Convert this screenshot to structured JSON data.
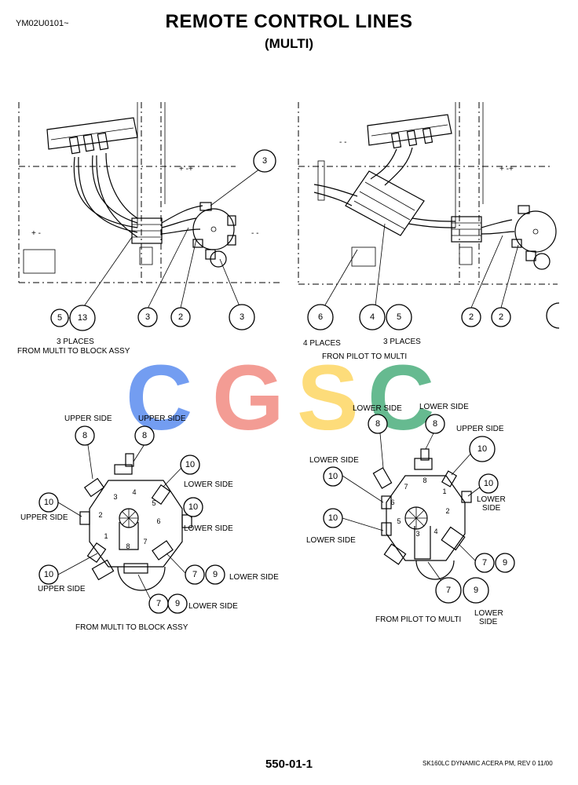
{
  "header": {
    "page_code": "YM02U0101~",
    "title": "REMOTE CONTROL LINES",
    "subtitle": "(MULTI)"
  },
  "watermark": {
    "letters": [
      "C",
      "G",
      "S",
      "C"
    ],
    "colors": [
      "#5b8def",
      "#f28b82",
      "#fdd663",
      "#4caf7d"
    ]
  },
  "top_left": {
    "callouts": [
      "5",
      "13",
      "3",
      "2",
      "3",
      "3"
    ],
    "note_line1": "3 PLACES",
    "note_line2": "FROM MULTI TO BLOCK ASSY"
  },
  "top_right": {
    "callouts": [
      "6",
      "4",
      "5",
      "2",
      "2"
    ],
    "note_a": "4 PLACES",
    "note_b": "3 PLACES",
    "note_c": "FRON PILOT TO MULTI"
  },
  "bottom_left": {
    "callouts": [
      "8",
      "8",
      "10",
      "10",
      "10",
      "10",
      "7",
      "9",
      "7",
      "9"
    ],
    "port_numbers": [
      "4",
      "3",
      "2",
      "1",
      "5",
      "6",
      "7",
      "8"
    ],
    "labels": {
      "upper_side_1": "UPPER SIDE",
      "upper_side_2": "UPPER SIDE",
      "upper_side_3": "UPPER SIDE",
      "upper_side_4": "UPPER SIDE",
      "lower_side_1": "LOWER SIDE",
      "lower_side_2": "LOWER SIDE",
      "lower_side_3": "LOWER SIDE",
      "lower_side_4": "LOWER SIDE"
    },
    "caption": "FROM MULTI TO BLOCK ASSY"
  },
  "bottom_right": {
    "callouts": [
      "8",
      "8",
      "10",
      "10",
      "10",
      "10",
      "7",
      "9",
      "7",
      "9"
    ],
    "port_numbers": [
      "8",
      "1",
      "7",
      "6",
      "2",
      "5",
      "3",
      "4"
    ],
    "labels": {
      "lower_side_1": "LOWER SIDE",
      "lower_side_2": "LOWER SIDE",
      "upper_side_1": "UPPER SIDE",
      "lower_side_3": "LOWER SIDE",
      "lower_side_4": "LOWER",
      "lower_side_4b": "SIDE",
      "lower_side_5": "LOWER SIDE",
      "lower_side_6": "LOWER",
      "lower_side_6b": "SIDE"
    },
    "caption": "FROM PILOT TO MULTI"
  },
  "footer": {
    "page_number": "550-01-1",
    "doc_info": "SK160LC DYNAMIC ACERA PM,  REV 0 11/00"
  }
}
